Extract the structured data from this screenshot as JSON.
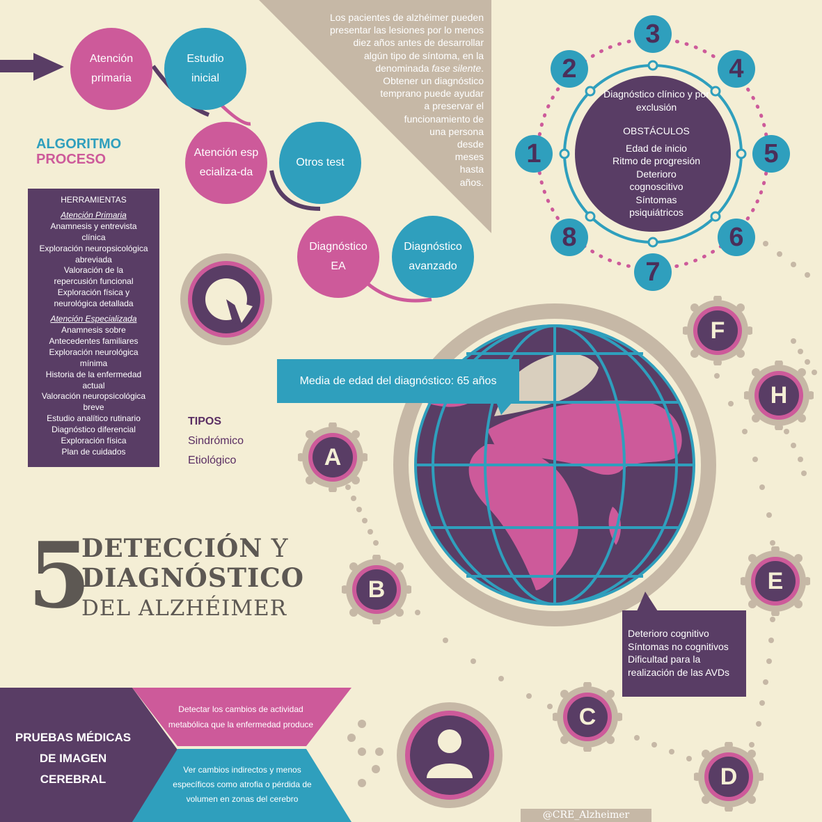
{
  "algorithm": {
    "steps": [
      "Atención primaria",
      "Estudio inicial",
      "Atención especializa-da",
      "Otros test",
      "Diagnóstico EA",
      "Diagnóstico avanzado"
    ]
  },
  "legend": {
    "algoritmo": "ALGORITMO",
    "proceso": "PROCESO"
  },
  "intro_text": [
    "Los pacientes de alzhéimer pueden",
    "presentar las lesiones por lo menos",
    "diez años antes de desarrollar",
    "algún tipo de síntoma, en la",
    "denominada ",
    "fase silente",
    ".",
    "Obtener un diagnóstico",
    "temprano puede ayudar",
    "a preservar el",
    "funcionamiento de",
    "una persona",
    "desde",
    "meses",
    "hasta",
    "años."
  ],
  "herramientas": {
    "title": "HERRAMIENTAS",
    "sub1": "Atención Primaria",
    "items1": [
      "Anamnesis y entrevista clínica",
      "Exploración neuropsicológica abreviada",
      "Valoración de la repercusión funcional",
      "Exploración  física y neurológica detallada"
    ],
    "sub2": "Atención Especializada",
    "items2": [
      "Anamnesis sobre Antecedentes familiares",
      "Exploración neurológica mínima",
      "Historia de la enfermedad actual",
      "Valoración neuropsicológica breve",
      "Estudio analítico rutinario",
      "Diagnóstico diferencial",
      "Exploración física",
      "Plan de cuidados"
    ]
  },
  "tipos": {
    "title": "TIPOS",
    "items": [
      "Sindrómico",
      "Etiológico"
    ]
  },
  "headline": {
    "number": "5",
    "line1a": "DETECCIÓN",
    "line1b": " Y",
    "line2": "DIAGNÓSTICO",
    "line3": "DEL ALZHÉIMER"
  },
  "wheel": {
    "center_title": "Diagnóstico clínico y por exclusión",
    "obstacles_title": "OBSTÁCULOS",
    "obstacles": [
      "Edad de inicio",
      "Ritmo de progresión",
      "Deterioro cognoscitivo",
      "Síntomas psiquiátricos"
    ],
    "numbers": [
      "1",
      "2",
      "3",
      "4",
      "5",
      "6",
      "7",
      "8"
    ]
  },
  "globe": {
    "age_callout": "Media de edad del diagnóstico: 65 años",
    "symptoms": [
      "Deterioro cognitivo",
      "Síntomas no cognitivos",
      "Dificultad para la",
      "realización de las AVDs"
    ],
    "letters": [
      "A",
      "B",
      "C",
      "D",
      "E",
      "F",
      "H"
    ]
  },
  "pruebas": {
    "title": [
      "PRUEBAS MÉDICAS",
      "DE IMAGEN",
      "CEREBRAL"
    ],
    "top_text": "Detectar los cambios de actividad metabólica que la enfermedad produce",
    "bottom_text": "Ver cambios indirectos y menos específicos como atrofia o pérdida de volumen en zonas del cerebro"
  },
  "credit": "@CRE_Alzheimer",
  "colors": {
    "background": "#f4eed5",
    "pink": "#cd5a9a",
    "teal": "#2f9fbd",
    "purple": "#593d65",
    "taupe": "#c6b8a6"
  },
  "icons": [
    "arrow-right-icon",
    "pie-chart-icon",
    "globe-icon",
    "person-icon"
  ]
}
